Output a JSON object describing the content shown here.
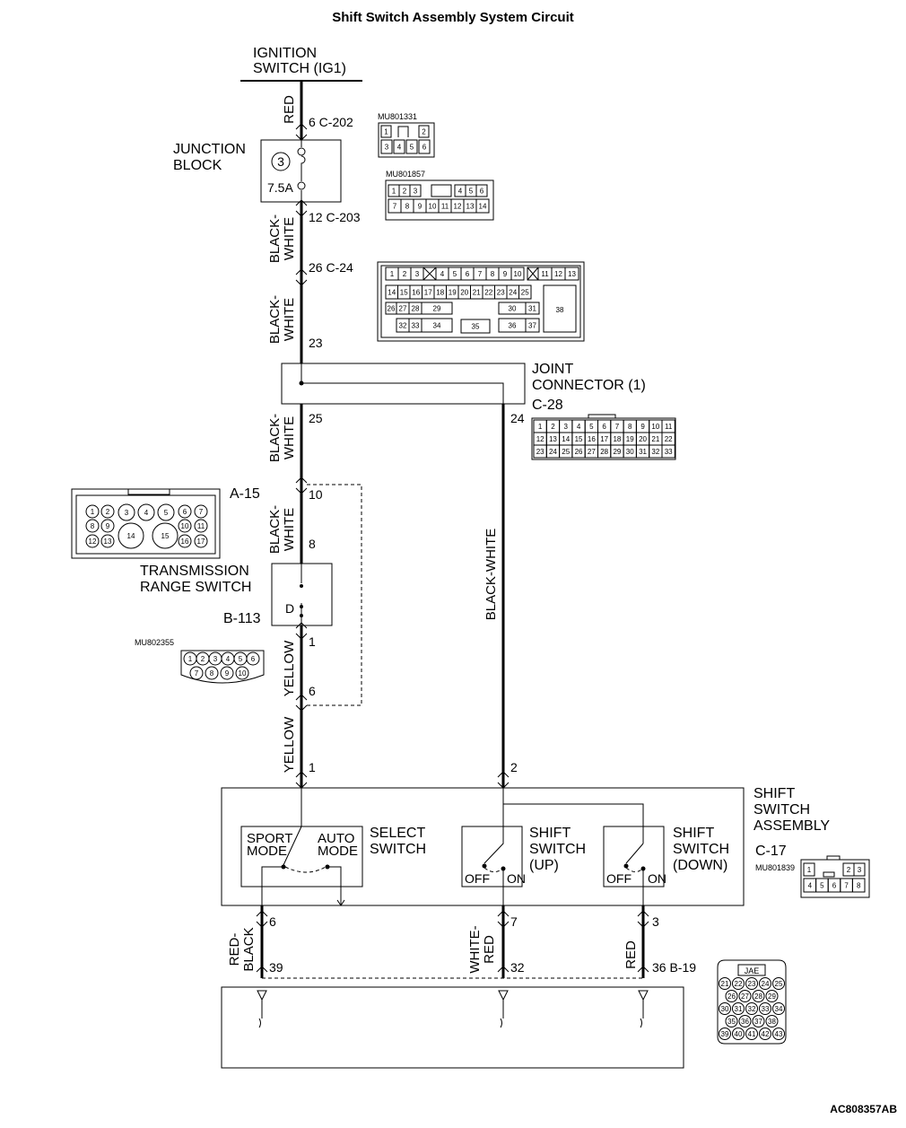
{
  "title": "Shift Switch Assembly System Circuit",
  "figure_id": "AC808357AB",
  "ignition": {
    "line1": "IGNITION",
    "line2": "SWITCH (IG1)"
  },
  "junction_block": {
    "line1": "JUNCTION",
    "line2": "BLOCK",
    "fuse_no": "3",
    "fuse_rating": "7.5A"
  },
  "joint_connector": {
    "line1": "JOINT",
    "line2": "CONNECTOR (1)",
    "code": "C-28"
  },
  "trs": {
    "line1": "TRANSMISSION",
    "line2": "RANGE SWITCH",
    "code": "B-113",
    "pos": "D"
  },
  "ssa": {
    "line1": "SHIFT",
    "line2": "SWITCH",
    "line3": "ASSEMBLY",
    "code": "C-17",
    "part": "MU801839"
  },
  "select_switch": {
    "line1": "SELECT",
    "line2": "SWITCH",
    "sport1": "SPORT",
    "sport2": "MODE",
    "auto1": "AUTO",
    "auto2": "MODE"
  },
  "shift_up": {
    "line1": "SHIFT",
    "line2": "SWITCH",
    "line3": "(UP)",
    "off": "OFF",
    "on": "ON"
  },
  "shift_down": {
    "line1": "SHIFT",
    "line2": "SWITCH",
    "line3": "(DOWN)",
    "off": "OFF",
    "on": "ON"
  },
  "wires": {
    "red": "RED",
    "bw1a": "BLACK-",
    "bw1b": "WHITE",
    "bw2a": "BLACK-",
    "bw2b": "WHITE",
    "bw3a": "BLACK-",
    "bw3b": "WHITE",
    "bw4a": "BLACK-",
    "bw4b": "WHITE",
    "yellow1": "YELLOW",
    "yellow2": "YELLOW",
    "bw_long": "BLACK-WHITE",
    "rb_a": "RED-",
    "rb_b": "BLACK",
    "wr_a": "WHITE-",
    "wr_b": "RED",
    "red2": "RED"
  },
  "pins": {
    "c202": "6  C-202",
    "c203": "12  C-203",
    "c24": "26  C-24",
    "p23": "23",
    "p25": "25",
    "p24": "24",
    "p10": "10",
    "p8": "8",
    "p1a": "1",
    "p6a": "6",
    "p1b": "1",
    "p2": "2",
    "p6b": "6",
    "p7": "7",
    "p3": "3",
    "p39": "39",
    "p32": "32",
    "p36": "36  B-19",
    "a15": "A-15"
  },
  "connectors": {
    "mu801331": "MU801331",
    "mu801857": "MU801857",
    "mu802355": "MU802355",
    "jae": "JAE",
    "mu801331_pins": [
      "1",
      "2",
      "3",
      "4",
      "5",
      "6"
    ],
    "mu801857_pins": [
      "1",
      "2",
      "3",
      "4",
      "5",
      "6",
      "7",
      "8",
      "9",
      "10",
      "11",
      "12",
      "13",
      "14"
    ],
    "c24_row1": [
      "1",
      "2",
      "3",
      "4",
      "5",
      "6",
      "7",
      "8",
      "9",
      "10",
      "11",
      "12",
      "13"
    ],
    "c24_row2": [
      "14",
      "15",
      "16",
      "17",
      "18",
      "19",
      "20",
      "21",
      "22",
      "23",
      "24",
      "25"
    ],
    "c24_row3": [
      "26",
      "27",
      "28",
      "29",
      "30",
      "31",
      "38"
    ],
    "c24_row4": [
      "32",
      "33",
      "34",
      "35",
      "36",
      "37"
    ],
    "c28_row1": [
      "1",
      "2",
      "3",
      "4",
      "5",
      "6",
      "7",
      "8",
      "9",
      "10",
      "11"
    ],
    "c28_row2": [
      "12",
      "13",
      "14",
      "15",
      "16",
      "17",
      "18",
      "19",
      "20",
      "21",
      "22"
    ],
    "c28_row3": [
      "23",
      "24",
      "25",
      "26",
      "27",
      "28",
      "29",
      "30",
      "31",
      "32",
      "33"
    ],
    "a15_pins": [
      "1",
      "2",
      "3",
      "4",
      "5",
      "6",
      "7",
      "8",
      "9",
      "10",
      "11",
      "12",
      "13",
      "14",
      "15",
      "16",
      "17"
    ],
    "mu802355_pins": [
      "1",
      "2",
      "3",
      "4",
      "5",
      "6",
      "7",
      "8",
      "9",
      "10"
    ],
    "c17_row1": [
      "1",
      "2",
      "3"
    ],
    "c17_row2": [
      "4",
      "5",
      "6",
      "7",
      "8"
    ],
    "b19_rows": [
      [
        "21",
        "22",
        "23",
        "24",
        "25"
      ],
      [
        "26",
        "27",
        "28",
        "29"
      ],
      [
        "30",
        "31",
        "32",
        "33",
        "34"
      ],
      [
        "35",
        "36",
        "37",
        "38"
      ],
      [
        "39",
        "40",
        "41",
        "42",
        "43"
      ]
    ]
  }
}
